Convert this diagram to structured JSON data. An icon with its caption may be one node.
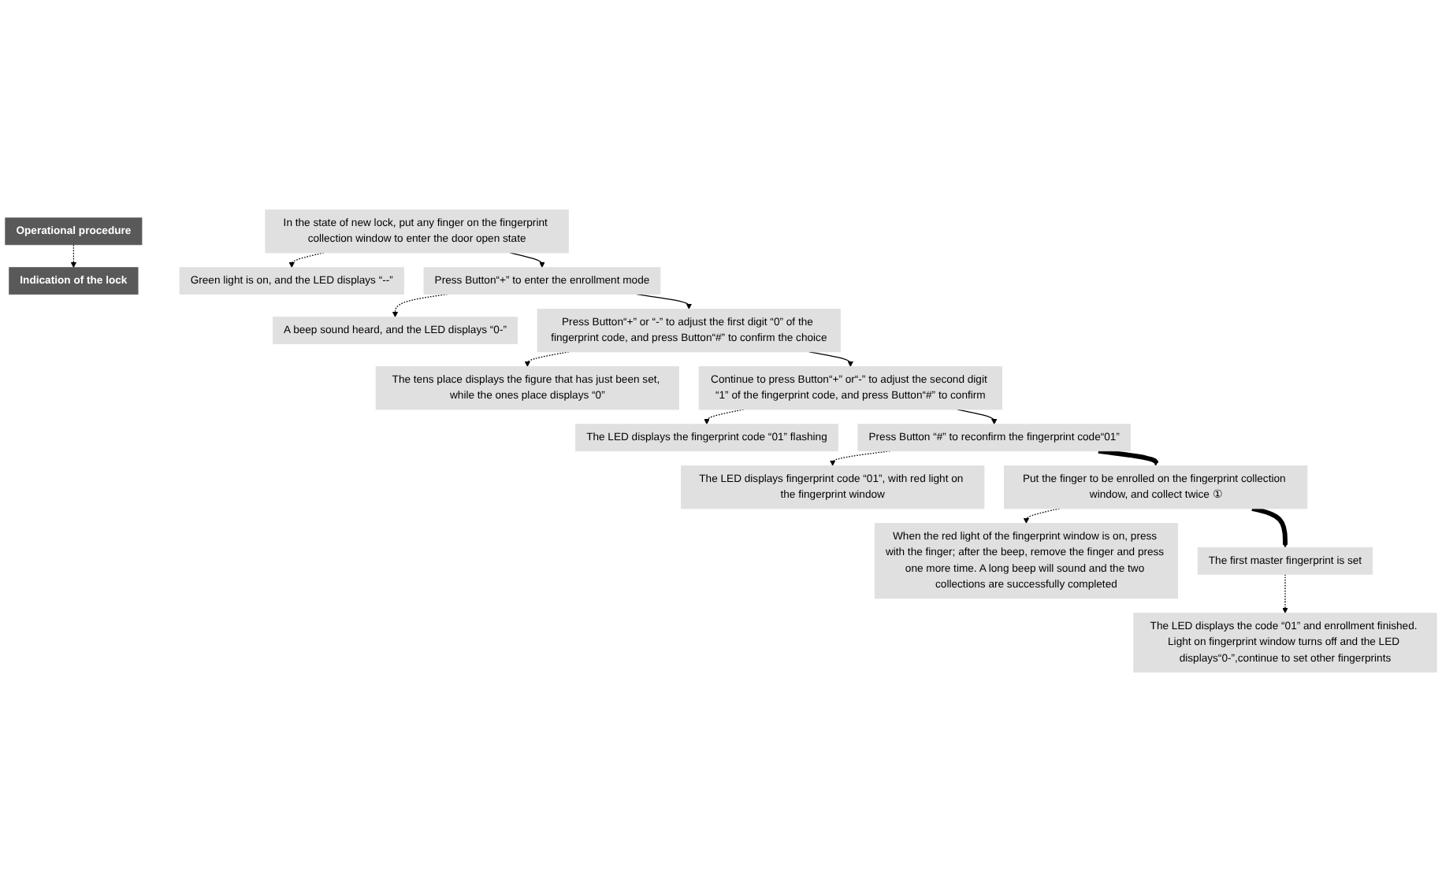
{
  "diagram": {
    "nodes": [
      {
        "text": [
          "Operational procedure"
        ]
      },
      {
        "text": [
          "Indication of the lock"
        ]
      },
      {
        "text": [
          "In the state of new lock, put any finger on the fingerprint collection window to enter the door open state"
        ]
      },
      {
        "text": [
          "Green light is on, and the LED displays “--”"
        ]
      },
      {
        "text": [
          "Press Button“+” to enter the enrollment mode"
        ]
      },
      {
        "text": [
          "A beep sound heard, and the LED displays “0-”"
        ]
      },
      {
        "text": [
          "Press Button“+” or “-” to adjust the first digit “0” of the fingerprint code, and press Button“#” to confirm the choice"
        ]
      },
      {
        "text": [
          "The tens place displays the figure that has just been set, while the ones place displays “0”"
        ]
      },
      {
        "text": [
          "Continue to press Button“+” or“-” to adjust the second digit “1” of the fingerprint code, and press Button“#” to confirm"
        ]
      },
      {
        "text": [
          "The LED displays the fingerprint code “01” flashing"
        ]
      },
      {
        "text": [
          "Press Button “#” to reconfirm the fingerprint code“01”"
        ]
      },
      {
        "text": [
          "The LED displays fingerprint code “01”, with red light on the fingerprint window"
        ]
      },
      {
        "text": [
          "Put the finger to be enrolled on the fingerprint collection window, and collect twice ①"
        ]
      },
      {
        "text": [
          "When the red light of the fingerprint window is on, press with the finger; after the beep, remove the finger and press one more time. A long beep will sound and the two collections are successfully completed"
        ]
      },
      {
        "text": [
          "The first master fingerprint is set"
        ]
      },
      {
        "text": [
          "The LED displays the code “01” and enrollment finished. Light on fingerprint window turns off and the LED displays“0-”,continue to set other fingerprints"
        ]
      }
    ],
    "edges": [
      {
        "from": 0,
        "to": 1,
        "arrow": "to",
        "style": "dashed"
      },
      {
        "from": 2,
        "to": 3,
        "arrow": "to",
        "style": "dashed"
      },
      {
        "from": 2,
        "to": 4,
        "arrow": "to"
      },
      {
        "from": 4,
        "to": 5,
        "arrow": "to",
        "style": "dashed"
      },
      {
        "from": 4,
        "to": 6,
        "arrow": "to"
      },
      {
        "from": 6,
        "to": 7,
        "arrow": "to",
        "style": "dashed"
      },
      {
        "from": 6,
        "to": 8,
        "arrow": "to"
      },
      {
        "from": 8,
        "to": 9,
        "arrow": "to",
        "style": "dashed"
      },
      {
        "from": 8,
        "to": 10,
        "arrow": "to"
      },
      {
        "from": 10,
        "to": 11,
        "arrow": "to",
        "style": "dashed"
      },
      {
        "from": 10,
        "to": 12,
        "arrow": "to",
        "style": "thick"
      },
      {
        "from": 12,
        "to": 13,
        "arrow": "to",
        "style": "dashed"
      },
      {
        "from": 12,
        "to": 14,
        "arrow": "to",
        "style": "thick"
      },
      {
        "from": 14,
        "to": 15,
        "arrow": "to",
        "style": "dashed"
      }
    ]
  }
}
